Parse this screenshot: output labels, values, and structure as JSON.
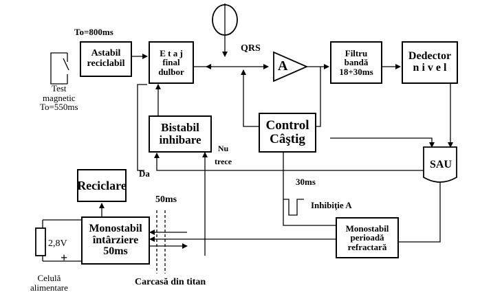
{
  "blocks": {
    "astabil": [
      "Astabil",
      "reciclabil"
    ],
    "etaj": [
      "E t a j",
      "final",
      "dulbor"
    ],
    "amp": "A",
    "filtru": [
      "Filtru",
      "bandă",
      "18+30ms"
    ],
    "detector": [
      "Dedector",
      "n i v e l"
    ],
    "bistabil": [
      "Bistabil",
      "inhibare"
    ],
    "control": [
      "Control",
      "Câştig"
    ],
    "sau": "SAU",
    "reciclare": "Reciclare",
    "monostabil_intarziere": [
      "Monostabil",
      "întârziere",
      "50ms"
    ],
    "monostabil_refractar": [
      "Monostabil",
      "perioadă",
      "refractară"
    ]
  },
  "labels": {
    "to800": "To=800ms",
    "test": [
      "Test",
      "magnetic",
      "To=550ms"
    ],
    "qrs": "QRS",
    "nu_trece": [
      "Nu",
      "trece"
    ],
    "da": "Da",
    "ms30": "30ms",
    "inhibitie": "Inhibiţie A",
    "ms50": "50ms",
    "battery_v": "2,8V",
    "battery_plus": "+",
    "celula": [
      "Celulă",
      "alimentare"
    ],
    "carcasa": "Carcasă din titan"
  }
}
